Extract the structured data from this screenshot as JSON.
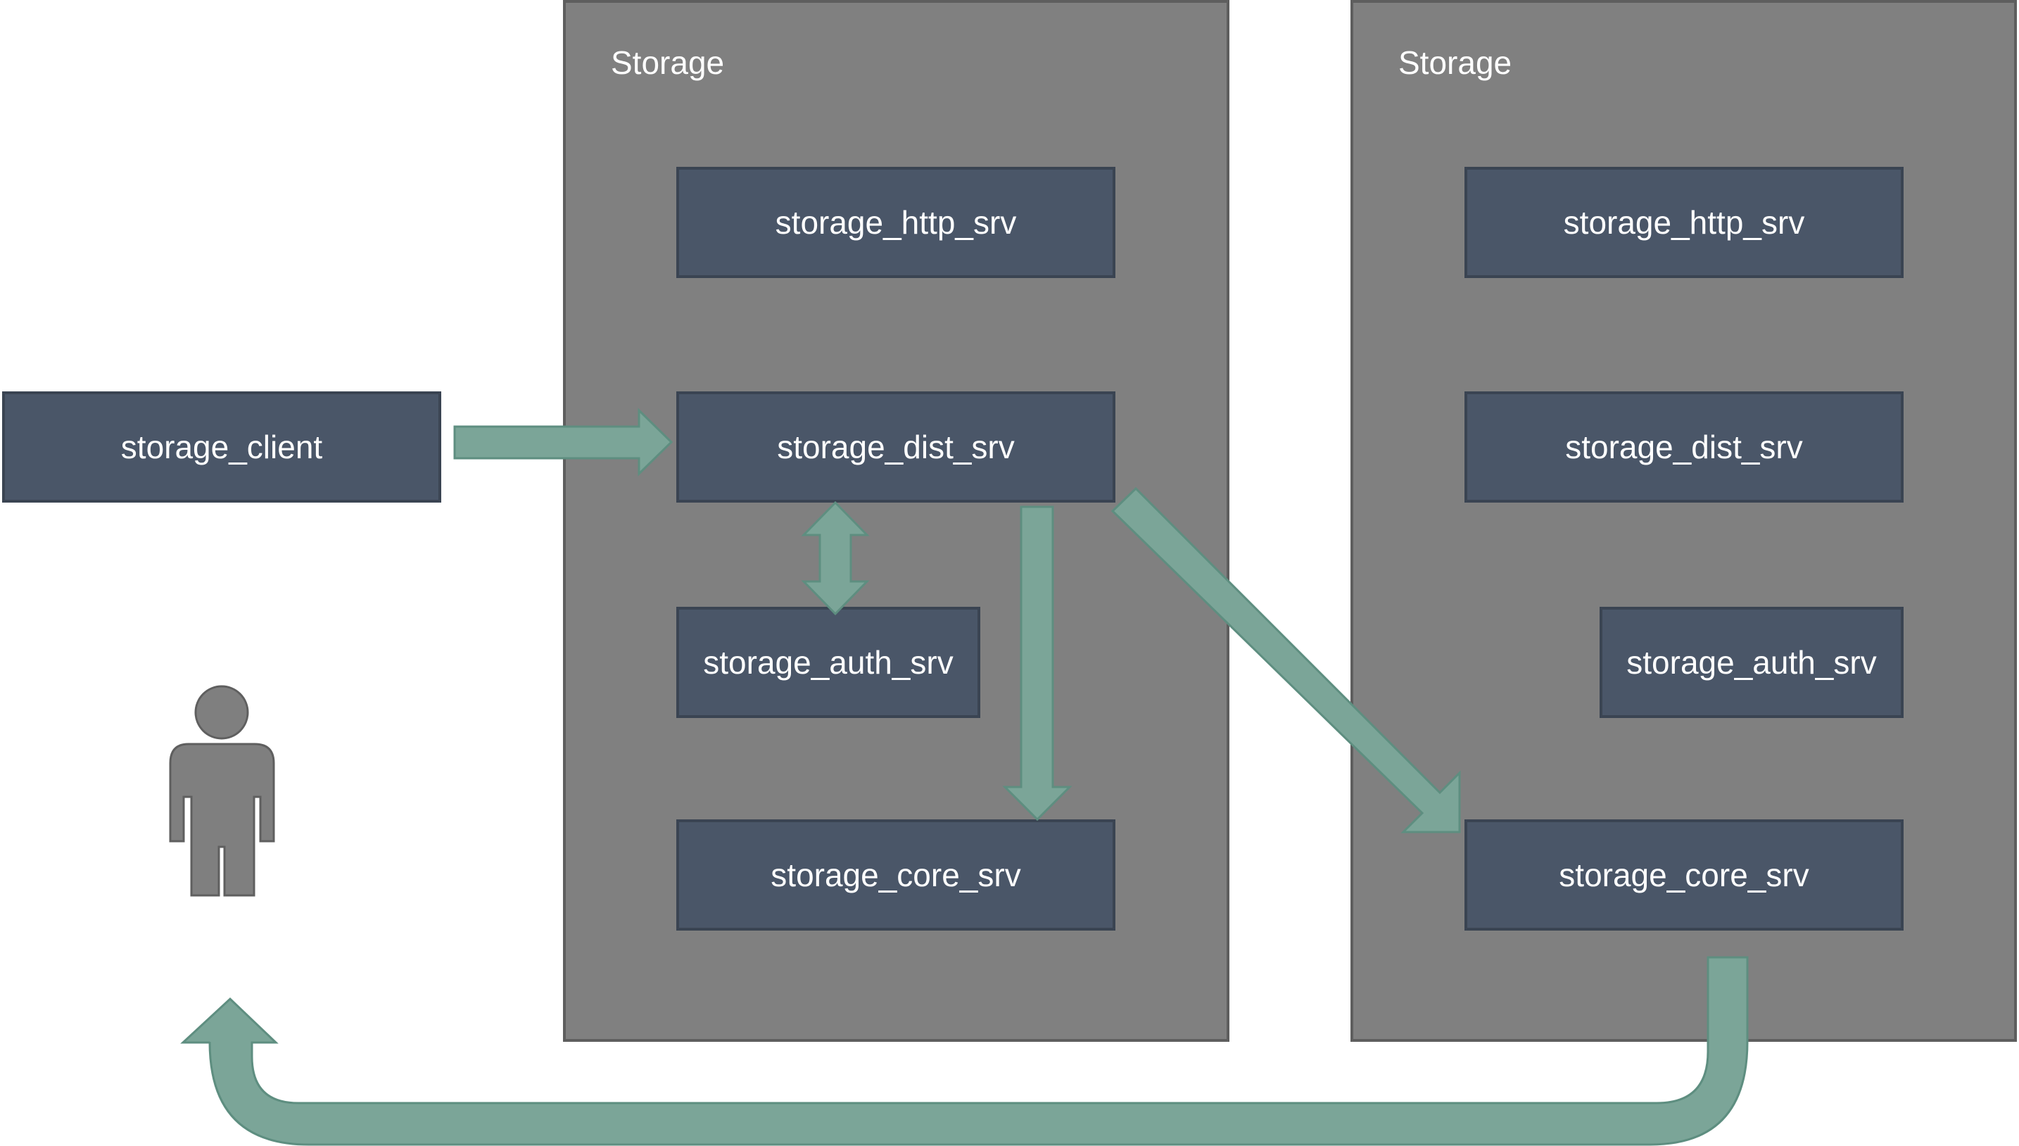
{
  "colors": {
    "panel": "#808080",
    "service": "#4a5668",
    "arrow": "#7ba598",
    "arrow_stroke": "#5e8e80",
    "person": "#7f7f7f",
    "text": "#ffffff"
  },
  "panels": [
    {
      "title": "Storage",
      "services": {
        "http": "storage_http_srv",
        "dist": "storage_dist_srv",
        "auth": "storage_auth_srv",
        "core": "storage_core_srv"
      }
    },
    {
      "title": "Storage",
      "services": {
        "http": "storage_http_srv",
        "dist": "storage_dist_srv",
        "auth": "storage_auth_srv",
        "core": "storage_core_srv"
      }
    }
  ],
  "client": {
    "label": "storage_client"
  },
  "user": {
    "icon": "person-icon"
  }
}
